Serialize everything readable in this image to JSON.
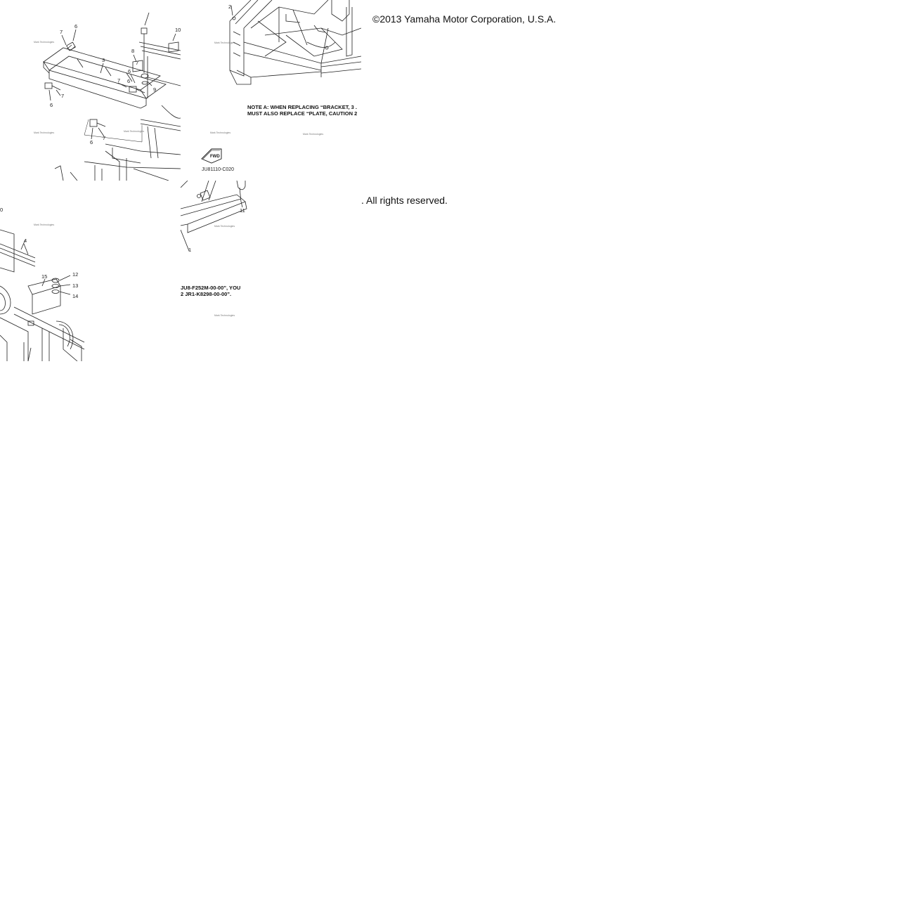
{
  "header": {
    "copyright": "©2013 Yamaha Motor Corporation, U.S.A.",
    "rights": ". All rights reserved."
  },
  "notes": {
    "tile_b_line1": "NOTE A: WHEN REPLACING “BRACKET, 3 .",
    "tile_b_line2": "MUST ALSO REPLACE “PLATE, CAUTION 2",
    "tile_d_line1": "JU8-F252M-00-00”, YOU",
    "tile_d_line2": "2 JR1-K8298-00-00”."
  },
  "diagram_code": "JU81110-C020",
  "forward_label": "FWD",
  "watermark": "Mark Technologies",
  "callouts": {
    "tile_a": [
      "7",
      "6",
      "3",
      "6",
      "7",
      "7",
      "6",
      "8",
      "7",
      "6",
      "9",
      "10",
      "6",
      "7"
    ],
    "tile_b": [
      "2"
    ],
    "tile_c": [
      "0",
      "4",
      "15",
      "12",
      "13",
      "14"
    ],
    "tile_d": [
      "1",
      "11"
    ]
  },
  "colors": {
    "ink": "#111111",
    "background": "#ffffff"
  }
}
